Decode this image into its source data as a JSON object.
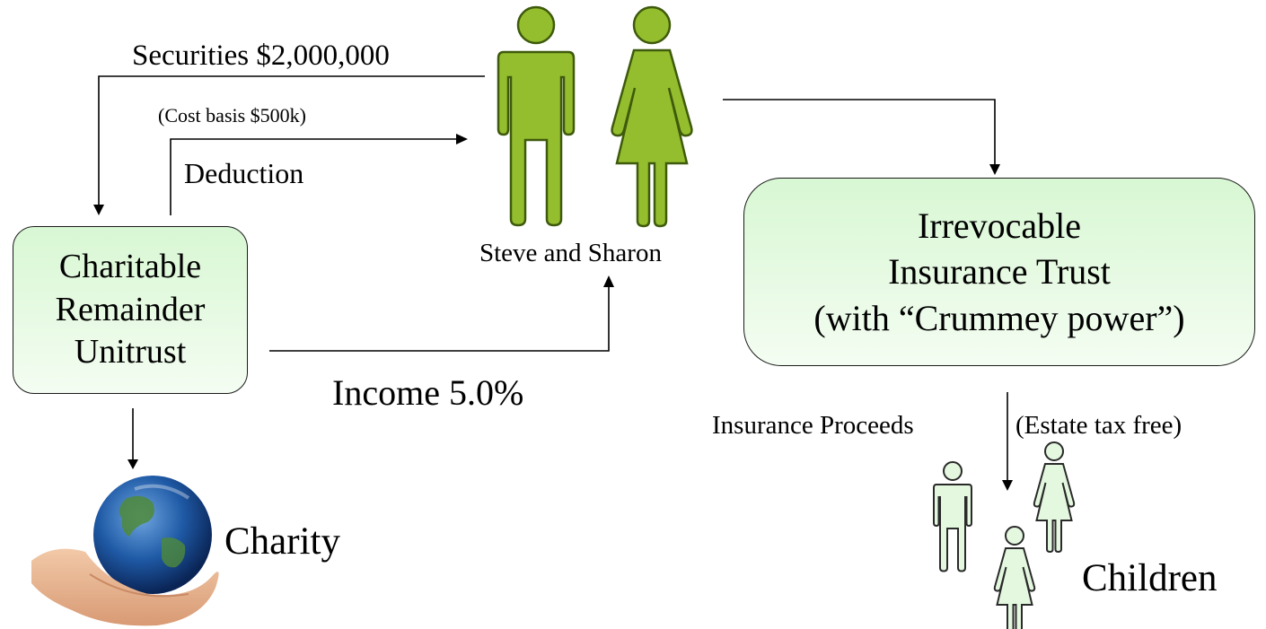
{
  "labels": {
    "securities": "Securities $2,000,000",
    "cost_basis": "(Cost basis $500k)",
    "deduction": "Deduction",
    "steve_sharon": "Steve and Sharon",
    "income": "Income 5.0%",
    "charity": "Charity",
    "insurance_proceeds": "Insurance Proceeds",
    "estate_tax_free": "(Estate tax free)",
    "children": "Children"
  },
  "boxes": {
    "crut": "Charitable\nRemainder\nUnitrust",
    "ilit": "Irrevocable\nInsurance Trust\n(with “Crummey  power”)"
  },
  "colors": {
    "adult_figures": "#95be2e",
    "children_figures": "#e3f8df",
    "box_fill": "#d8f7d3",
    "arrows": "#000000"
  }
}
